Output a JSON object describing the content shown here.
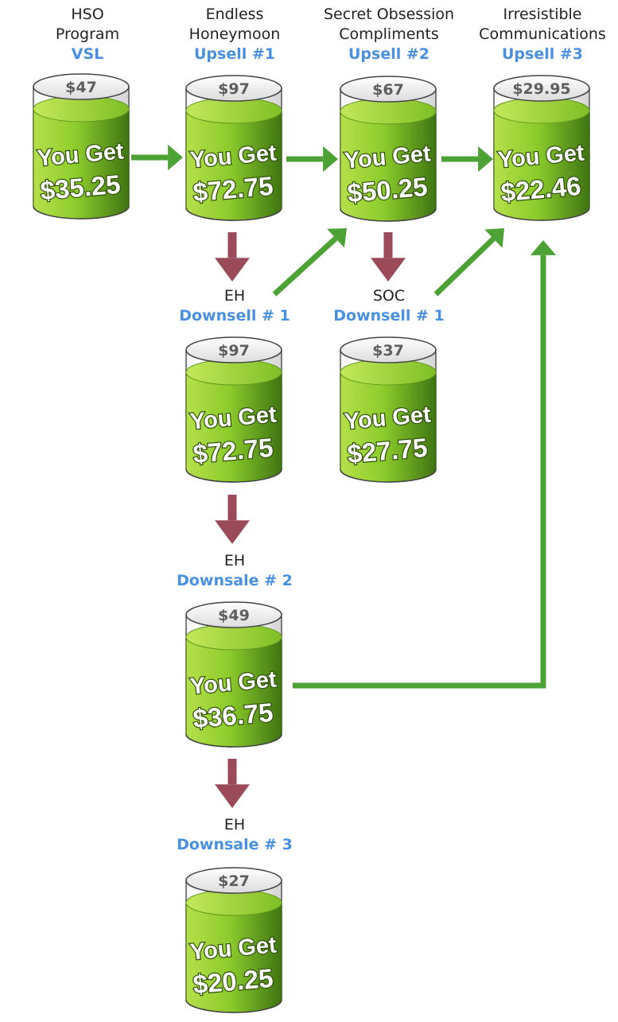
{
  "nodes": [
    {
      "id": "vsl",
      "name_lines": [
        "HSO",
        "Program"
      ],
      "tag": "VSL",
      "price": "$47",
      "you_get": "You Get",
      "amount": "$35.25"
    },
    {
      "id": "upsell1",
      "name_lines": [
        "Endless",
        "Honeymoon"
      ],
      "tag": "Upsell #1",
      "price": "$97",
      "you_get": "You Get",
      "amount": "$72.75"
    },
    {
      "id": "upsell2",
      "name_lines": [
        "Secret Obsession",
        "Compliments"
      ],
      "tag": "Upsell #2",
      "price": "$67",
      "you_get": "You Get",
      "amount": "$50.25"
    },
    {
      "id": "upsell3",
      "name_lines": [
        "Irresistible",
        "Communications"
      ],
      "tag": "Upsell #3",
      "price": "$29.95",
      "you_get": "You Get",
      "amount": "$22.46"
    },
    {
      "id": "eh_down1",
      "name_lines": [
        "EH"
      ],
      "tag": "Downsell # 1",
      "price": "$97",
      "you_get": "You Get",
      "amount": "$72.75"
    },
    {
      "id": "soc_down1",
      "name_lines": [
        "SOC"
      ],
      "tag": "Downsell # 1",
      "price": "$37",
      "you_get": "You Get",
      "amount": "$27.75"
    },
    {
      "id": "eh_down2",
      "name_lines": [
        "EH"
      ],
      "tag": "Downsale # 2",
      "price": "$49",
      "you_get": "You Get",
      "amount": "$36.75"
    },
    {
      "id": "eh_down3",
      "name_lines": [
        "EH"
      ],
      "tag": "Downsale # 3",
      "price": "$27",
      "you_get": "You Get",
      "amount": "$20.25"
    }
  ],
  "flows": [
    {
      "from": "vsl",
      "to": "upsell1",
      "kind": "accept"
    },
    {
      "from": "upsell1",
      "to": "upsell2",
      "kind": "accept"
    },
    {
      "from": "upsell2",
      "to": "upsell3",
      "kind": "accept"
    },
    {
      "from": "upsell1",
      "to": "eh_down1",
      "kind": "decline"
    },
    {
      "from": "eh_down1",
      "to": "upsell2",
      "kind": "accept"
    },
    {
      "from": "upsell2",
      "to": "soc_down1",
      "kind": "decline"
    },
    {
      "from": "soc_down1",
      "to": "upsell3",
      "kind": "accept"
    },
    {
      "from": "eh_down1",
      "to": "eh_down2",
      "kind": "decline"
    },
    {
      "from": "eh_down2",
      "to": "upsell3",
      "kind": "accept"
    },
    {
      "from": "eh_down2",
      "to": "eh_down3",
      "kind": "decline"
    }
  ],
  "colors": {
    "accept_arrow": "#4ca234",
    "decline_arrow": "#9b4a5a",
    "tag_text": "#4a90e2",
    "liquid_light": "#9fd23a",
    "liquid_dark": "#4f8a18",
    "cap_glass": "#e6e6e6"
  }
}
